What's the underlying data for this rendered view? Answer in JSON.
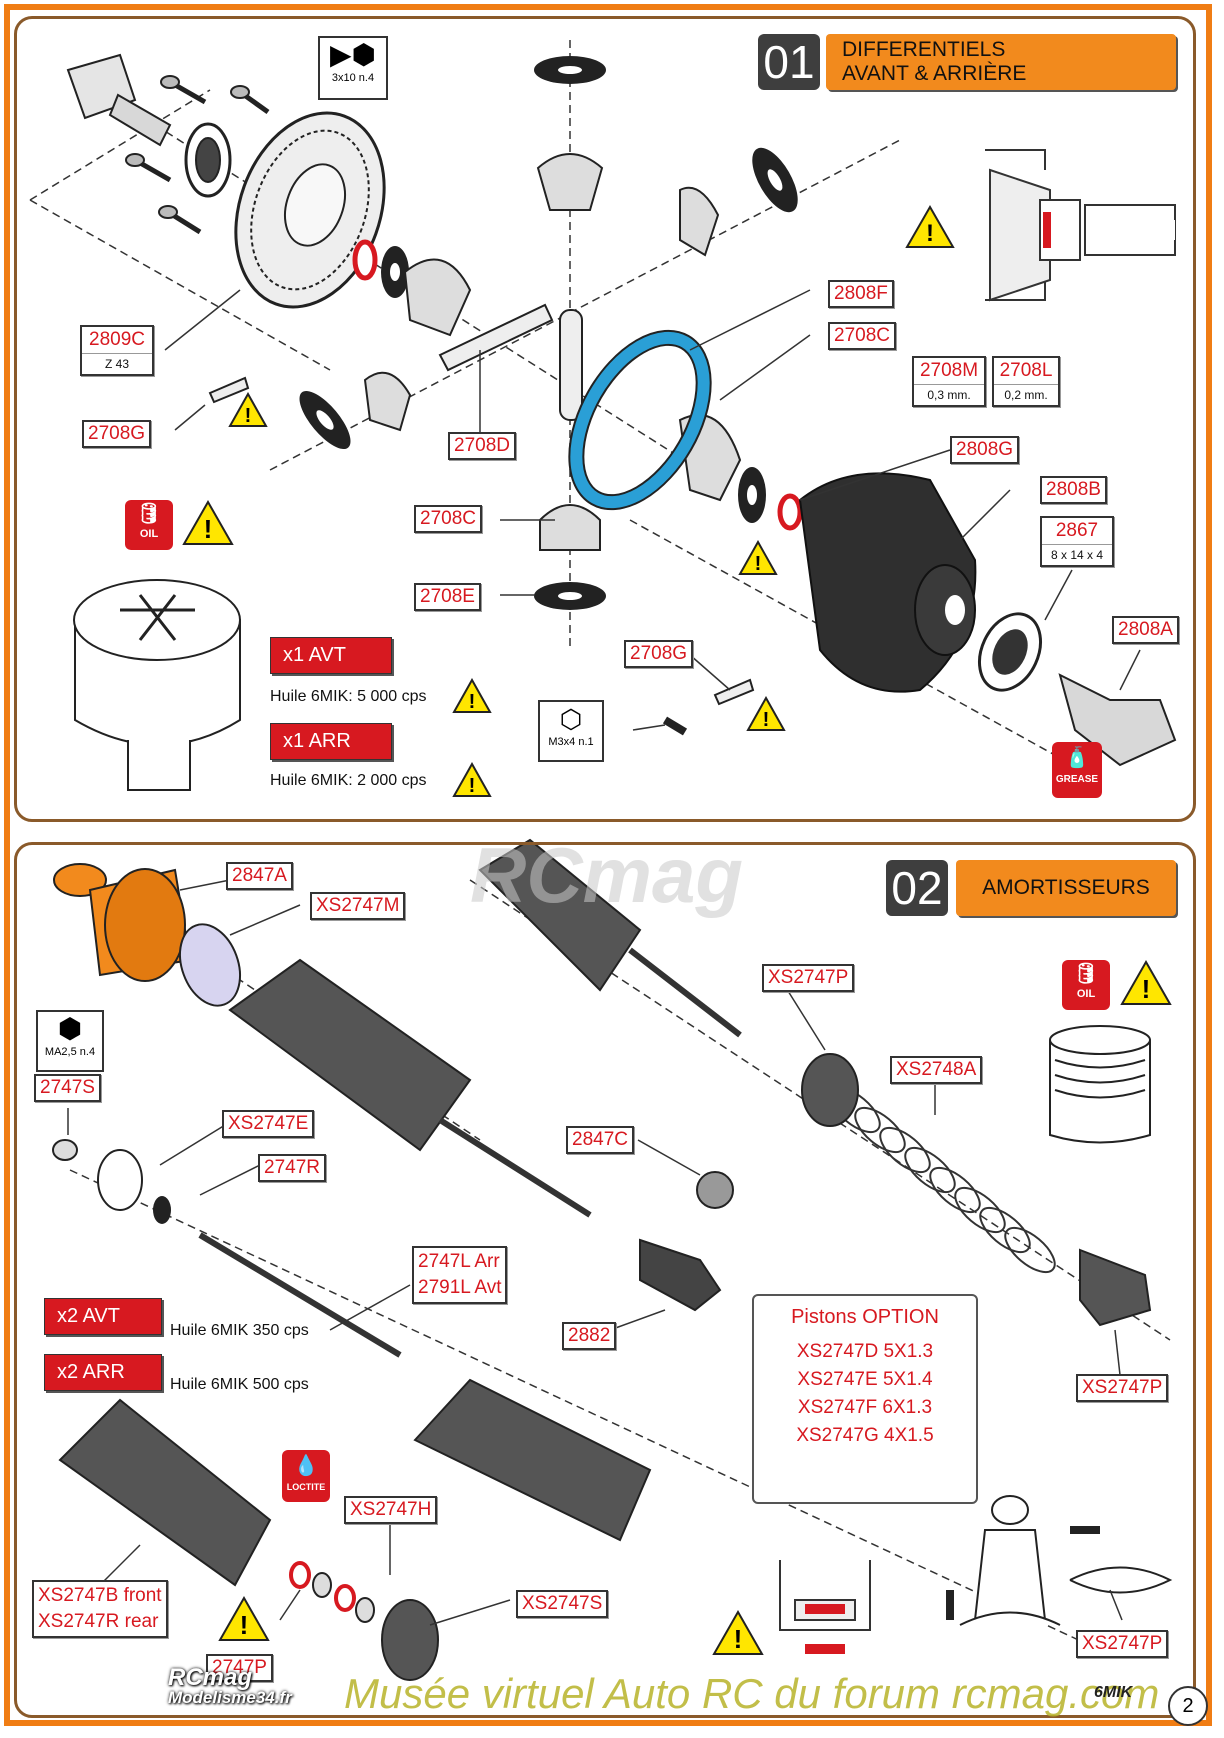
{
  "step1": {
    "number": "01",
    "title_line1": "DIFFERENTIELS",
    "title_line2": "AVANT & ARRIÈRE",
    "screw_spec": "3x10 n.4",
    "setscrew_spec": "M3x4 n.1",
    "labels": {
      "l2809C": "2809C",
      "l2809C_sub": "Z 43",
      "l2708G_a": "2708G",
      "l2708D": "2708D",
      "l2708C_a": "2708C",
      "l2708E": "2708E",
      "l2808F": "2808F",
      "l2708C_b": "2708C",
      "l2708M": "2708M",
      "l2708M_sub": "0,3 mm.",
      "l2708L": "2708L",
      "l2708L_sub": "0,2 mm.",
      "l2808G": "2808G",
      "l2808B": "2808B",
      "l2867": "2867",
      "l2867_sub": "8 x 14 x 4",
      "l2808A": "2808A",
      "l2708G_b": "2708G"
    },
    "oil_label": "OIL",
    "grease_label": "GREASE",
    "qty_front": "x1 AVT",
    "oil_front": "Huile 6MIK: 5 000 cps",
    "qty_rear": "x1 ARR",
    "oil_rear": "Huile 6MIK: 2 000 cps"
  },
  "step2": {
    "number": "02",
    "title": "AMORTISSEURS",
    "nut_spec": "MA2,5 n.4",
    "labels": {
      "l2847A": "2847A",
      "lXS2747M": "XS2747M",
      "l2747S": "2747S",
      "lXS2747E": "XS2747E",
      "l2747R": "2747R",
      "lXS2747P_a": "XS2747P",
      "lXS2748A": "XS2748A",
      "l2847C": "2847C",
      "l2747L": "2747L  Arr",
      "l2791L": "2791L  Avt",
      "l2882": "2882",
      "lXS2747P_b": "XS2747P",
      "lXS2747H": "XS2747H",
      "lXS2747S": "XS2747S",
      "lXS2747B": "XS2747B front",
      "lXS2747R": "XS2747R rear",
      "l2747P": "2747P",
      "lXS2747P_c": "XS2747P"
    },
    "oil_label": "OIL",
    "loctite_label": "LOCTITE",
    "qty_front": "x2 AVT",
    "oil_front": "Huile 6MIK 350 cps",
    "qty_rear": "x2 ARR",
    "oil_rear": "Huile 6MIK 500 cps",
    "options": {
      "title": "Pistons OPTION",
      "items": [
        "XS2747D 5X1.3",
        "XS2747E 5X1.4",
        "XS2747F 6X1.3",
        "XS2747G 4X1.5"
      ]
    }
  },
  "footer": {
    "watermark": "Musée virtuel Auto RC du forum rcmag.com",
    "logo_left_1": "RCmag",
    "logo_left_2": "Modelisme34.fr",
    "brand_logo": "6MIK",
    "page_number": "2",
    "rcmag_watermark": "RCmag"
  },
  "colors": {
    "accent": "#f28a1d",
    "label_red": "#d71920",
    "border": "#8a5a2a",
    "warn_yellow": "#ffe600",
    "seal_blue": "#2a9fd6"
  }
}
